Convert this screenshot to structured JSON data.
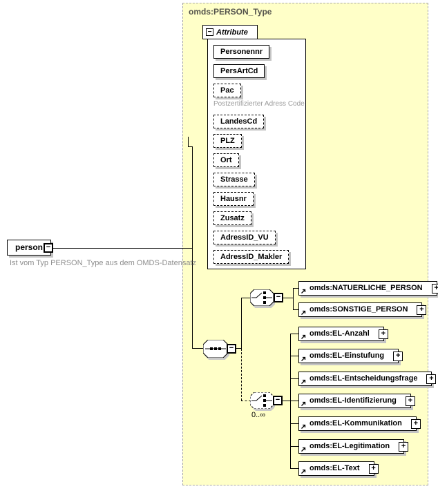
{
  "diagram": {
    "type_header": "omds:PERSON_Type",
    "cardinality_label": "0..∞"
  },
  "icons": {
    "collapse_glyph": "−",
    "expand_glyph": "+"
  },
  "person": {
    "label": "person",
    "annotation": "Ist vom Typ PERSON_Type aus dem OMDS-Datensatz"
  },
  "attributes": {
    "section_label": "Attribute",
    "items": [
      {
        "label": "Personennr",
        "required": true
      },
      {
        "label": "PersArtCd",
        "required": true
      },
      {
        "label": "Pac",
        "required": false,
        "caption": "Postzertifizierter Adress Code"
      },
      {
        "label": "LandesCd",
        "required": false
      },
      {
        "label": "PLZ",
        "required": false
      },
      {
        "label": "Ort",
        "required": false
      },
      {
        "label": "Strasse",
        "required": false
      },
      {
        "label": "Hausnr",
        "required": false
      },
      {
        "label": "Zusatz",
        "required": false
      },
      {
        "label": "AdressID_VU",
        "required": false
      },
      {
        "label": "AdressID_Makler",
        "required": false
      }
    ]
  },
  "person_choice": {
    "items": [
      {
        "label": "omds:NATUERLICHE_PERSON"
      },
      {
        "label": "omds:SONSTIGE_PERSON"
      }
    ]
  },
  "el_choice": {
    "cardinality": "0..∞",
    "items": [
      {
        "label": "omds:EL-Anzahl"
      },
      {
        "label": "omds:EL-Einstufung"
      },
      {
        "label": "omds:EL-Entscheidungsfrage"
      },
      {
        "label": "omds:EL-Identifizierung"
      },
      {
        "label": "omds:EL-Kommunikation"
      },
      {
        "label": "omds:EL-Legitimation"
      },
      {
        "label": "omds:EL-Text"
      }
    ]
  },
  "colors": {
    "type_box_fill": "#ffffc8",
    "type_box_border": "#a6a6a6",
    "box_border": "#000000",
    "shadow": "#c4c4c4",
    "annotation_text": "#8e8e8e",
    "header_text": "#55544c"
  }
}
